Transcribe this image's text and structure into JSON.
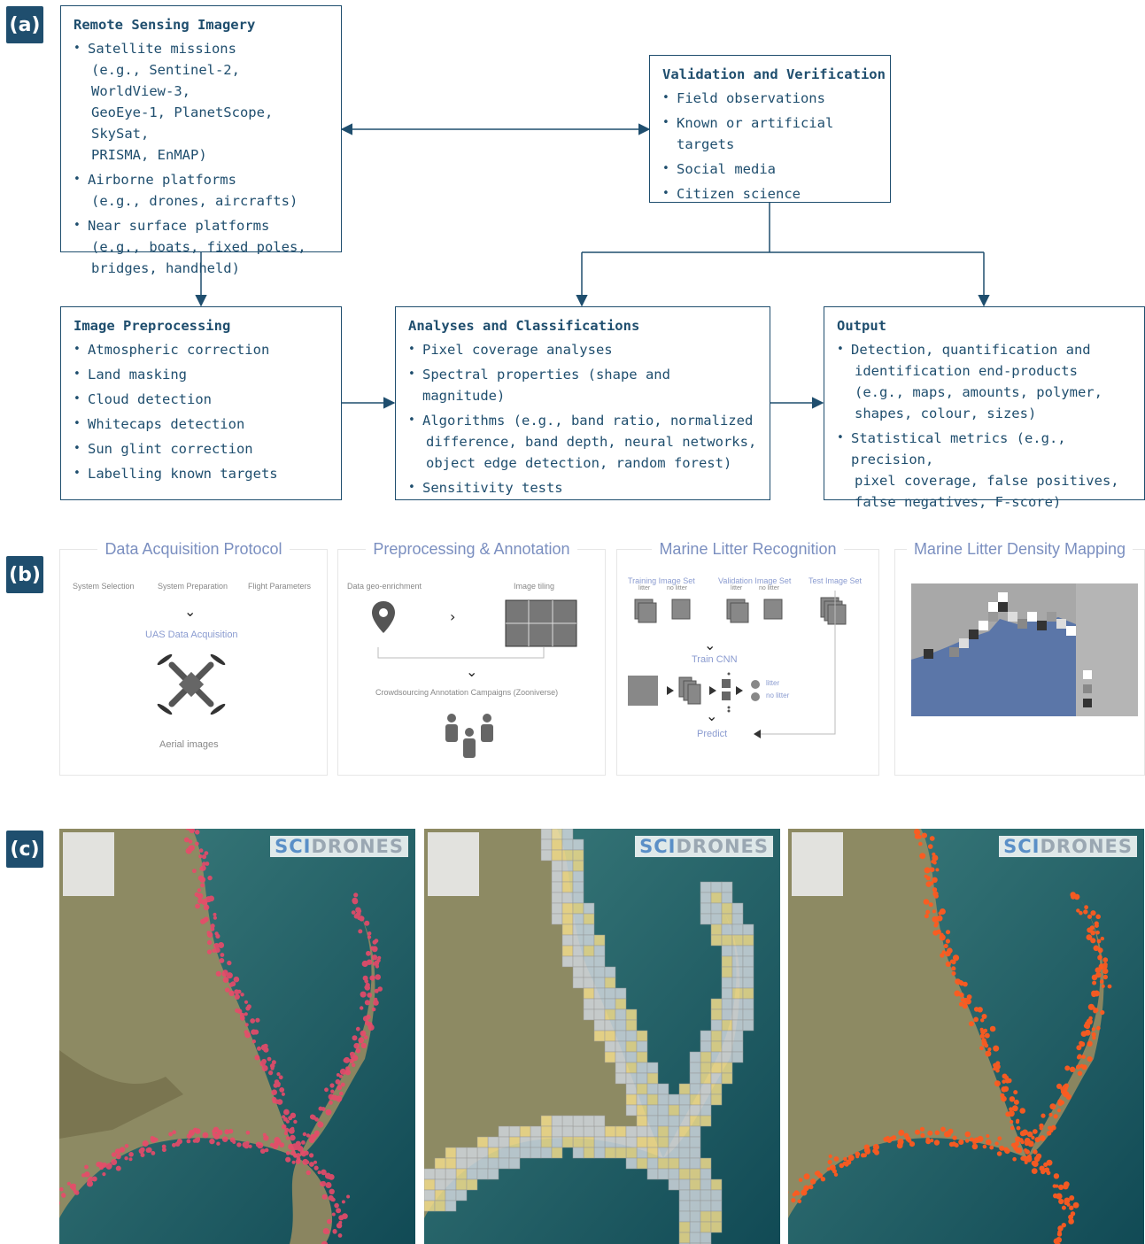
{
  "tags": {
    "a": "(a)",
    "b": "(b)",
    "c": "(c)"
  },
  "panel_a": {
    "remote_sensing": {
      "title": "Remote Sensing Imagery",
      "items": [
        {
          "line1": "Satellite missions",
          "line2": "(e.g., Sentinel-2, WorldView-3,",
          "line3": "GeoEye-1, PlanetScope, SkySat,",
          "line4": "PRISMA, EnMAP)"
        },
        {
          "line1": "Airborne platforms",
          "line2": "(e.g., drones, aircrafts)"
        },
        {
          "line1": "Near surface platforms",
          "line2": "(e.g., boats, fixed poles,",
          "line3": "bridges, handheld)"
        }
      ]
    },
    "validation": {
      "title": "Validation and Verification",
      "items": [
        "Field observations",
        "Known or artificial targets",
        "Social media",
        "Citizen science"
      ]
    },
    "preprocessing": {
      "title": "Image Preprocessing",
      "items": [
        "Atmospheric correction",
        "Land masking",
        "Cloud detection",
        "Whitecaps detection",
        "Sun glint correction",
        "Labelling known targets"
      ]
    },
    "analyses": {
      "title": "Analyses and Classifications",
      "items": [
        {
          "line1": "Pixel coverage analyses"
        },
        {
          "line1": "Spectral properties (shape and magnitude)"
        },
        {
          "line1": "Algorithms (e.g., band ratio, normalized",
          "line2": "difference, band depth, neural networks,",
          "line3": "object edge detection, random forest)"
        },
        {
          "line1": "Sensitivity tests"
        }
      ]
    },
    "output": {
      "title": "Output",
      "items": [
        {
          "line1": "Detection, quantification and",
          "line2": "identification end-products",
          "line3": "(e.g., maps, amounts, polymer,",
          "line4": "shapes, colour, sizes)"
        },
        {
          "line1": "Statistical metrics (e.g., precision,",
          "line2": "pixel coverage, false positives,",
          "line3": "false negatives, F-score)"
        }
      ]
    }
  },
  "panel_b": {
    "acquisition": {
      "title": "Data Acquisition Protocol",
      "sub": [
        "System Selection",
        "System Preparation",
        "Flight Parameters"
      ],
      "center": "UAS Data Acquisition",
      "footer": "Aerial images"
    },
    "preprocessing": {
      "title": "Preprocessing & Annotation",
      "left": "Data geo-enrichment",
      "right": "Image tiling",
      "footer": "Crowdsourcing Annotation Campaigns (Zooniverse)"
    },
    "recognition": {
      "title": "Marine Litter Recognition",
      "sets": [
        "Training Image Set",
        "Validation Image Set",
        "Test Image Set"
      ],
      "litter": "litter",
      "no_litter": "no litter",
      "train": "Train CNN",
      "predict": "Predict"
    },
    "density": {
      "title": "Marine Litter Density Mapping"
    }
  },
  "panel_c": {
    "brand_a": "SCI",
    "brand_b": "DRONES"
  },
  "colors": {
    "primary": "#1f4e6e",
    "sea": "#1f6a6a",
    "land": "#8d8a63",
    "cell_light": "#cfd6dc",
    "cell_yellow": "#f1dc8c",
    "cell_red": "#c7232b",
    "dot_pink": "#e94a6a",
    "dot_orange": "#ff5a1f"
  }
}
